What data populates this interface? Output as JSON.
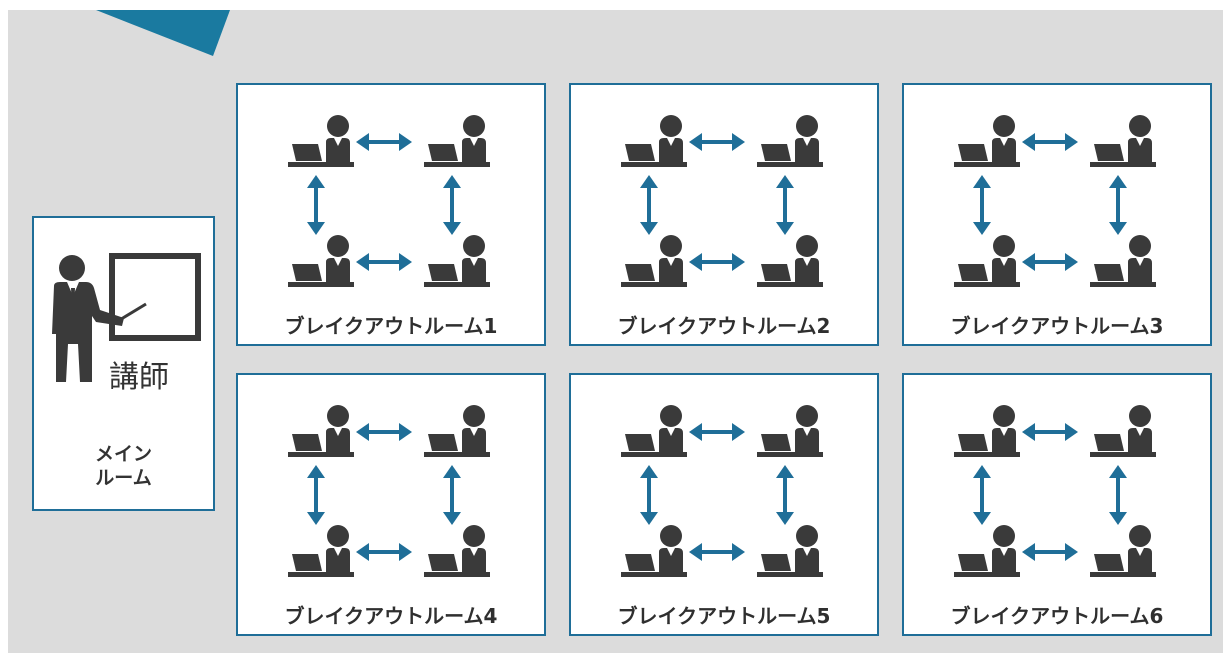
{
  "main_room": {
    "teacher_label": "講師",
    "room_label_line1": "メイン",
    "room_label_line2": "ルーム"
  },
  "breakout_rooms": [
    {
      "label": "ブレイクアウトルーム1"
    },
    {
      "label": "ブレイクアウトルーム2"
    },
    {
      "label": "ブレイクアウトルーム3"
    },
    {
      "label": "ブレイクアウトルーム4"
    },
    {
      "label": "ブレイクアウトルーム5"
    },
    {
      "label": "ブレイクアウトルーム6"
    }
  ],
  "colors": {
    "background": "#dcdcdc",
    "accent": "#1f6e98",
    "figure": "#3a3a3a",
    "text": "#333333"
  },
  "icons": [
    "teacher-with-board-icon",
    "person-at-laptop-icon",
    "double-arrow-icon"
  ]
}
